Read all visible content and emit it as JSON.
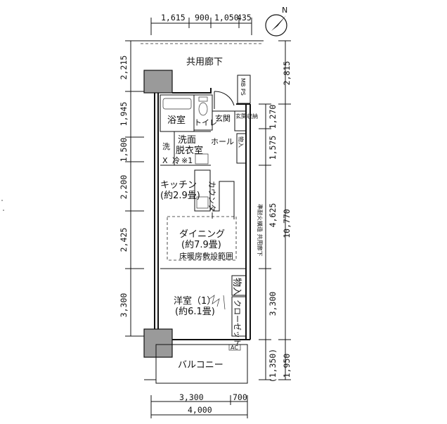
{
  "north_label": "N",
  "rooms": {
    "corridor": "共用廊下",
    "bath": "浴室",
    "toilet": "トイレ",
    "entrance": "玄関",
    "entrance_storage": "玄関収納",
    "hall": "ホール",
    "washroom_line1": "洗面",
    "washroom_line2": "脱衣室",
    "laundry": "洗",
    "storage_short": "物入",
    "rei": "冷",
    "x_mark": "X",
    "laundry_pan": "※1",
    "kitchen_name": "キッチン",
    "kitchen_size": "(約2.9畳)",
    "counter": "カウンター",
    "dining_name": "ダイニング",
    "dining_size": "(約7.9畳)",
    "heating_range": "床暖房敷設範囲",
    "western_name": "洋室（1）",
    "western_size": "(約6.1畳)",
    "closet_storage": "物入",
    "closet": "クローゼット",
    "ac": "AC",
    "balcony": "バルコニー",
    "mb_ps": "MB PS",
    "right_note": "準耐火構造 共用廊下"
  },
  "dims_top": [
    "1,615",
    "900",
    "1,050",
    "435"
  ],
  "dims_bottom": [
    "3,300",
    "700",
    "4,000"
  ],
  "dims_left": [
    "2,215",
    "1,945",
    "1,500",
    "2,200",
    "2,425",
    "3,300"
  ],
  "dims_right_inner": [
    "1,270",
    "1,575",
    "4,625",
    "3,300",
    "(1,350)"
  ],
  "dims_right_outer": [
    "2,815",
    "10,770",
    "1,950"
  ]
}
